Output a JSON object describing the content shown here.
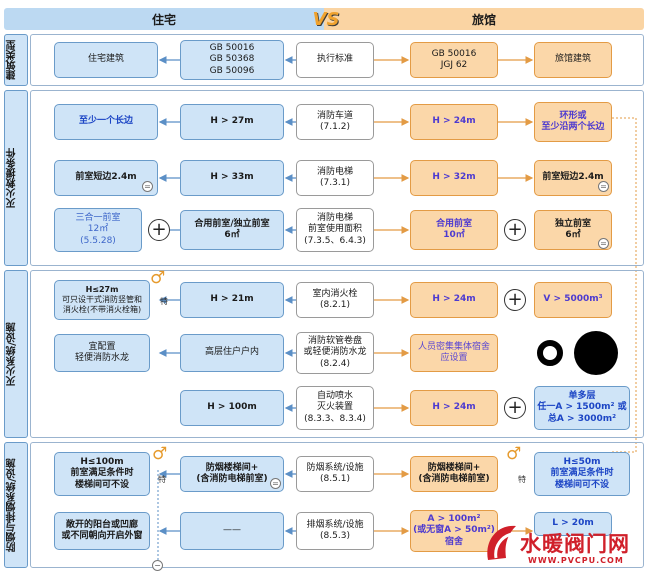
{
  "header": {
    "left_title": "住宅",
    "right_title": "旅馆",
    "vs": "VS"
  },
  "sections": {
    "building_type": "建筑类型",
    "fire_rescue": "灭火救援条件",
    "fire_protection": "灭火系统/设施",
    "smoke_control": "防烟与排烟系统/设施"
  },
  "rows": {
    "standard": {
      "left_desc": "住宅建筑",
      "left_value": [
        "GB 50016",
        "GB 50368",
        "GB 50096"
      ],
      "center": [
        "执行标准"
      ],
      "right_value": [
        "GB 50016",
        "JGJ 62"
      ],
      "right_desc": "旅馆建筑"
    },
    "fire_road": {
      "left_desc": "至少一个长边",
      "left_value": "H > 27m",
      "center": [
        "消防车道",
        "(7.1.2)"
      ],
      "right_value": "H > 24m",
      "right_desc": [
        "环形或",
        "至少沿两个长边"
      ]
    },
    "fire_elevator": {
      "left_desc": "前室短边2.4m",
      "left_value": "H > 33m",
      "center": [
        "消防电梯",
        "(7.3.1)"
      ],
      "right_value": "H > 32m",
      "right_desc": "前室短边2.4m",
      "left_equal": "=",
      "right_equal": "="
    },
    "elevator_lobby": {
      "left_desc": [
        "三合一前室",
        "12㎡",
        "(5.5.28)"
      ],
      "left_value": [
        "合用前室/独立前室",
        "6㎡"
      ],
      "center": [
        "消防电梯",
        "前室使用面积",
        "(7.3.5、6.4.3)"
      ],
      "right_value": [
        "合用前室",
        "10㎡"
      ],
      "right_desc": [
        "独立前室",
        "6㎡"
      ],
      "left_plus": "+",
      "right_plus": "+",
      "right_equal": "="
    },
    "hydrant": {
      "left_desc": [
        "H≤27m",
        "可只设干式消防竖管和",
        "消火栓(不带消火栓箱)"
      ],
      "left_value": "H > 21m",
      "center": [
        "室内消火栓",
        "(8.2.1)"
      ],
      "right_value": "H > 24m",
      "right_desc": "V > 5000m³",
      "special": "特",
      "right_plus": "+"
    },
    "hose": {
      "left_desc": [
        "宜配置",
        "轻便消防水龙"
      ],
      "left_value": "高层住户户内",
      "center": [
        "消防软管卷盘",
        "或轻便消防水龙",
        "(8.2.4)"
      ],
      "right_value": [
        "人员密集集体宿舍",
        "应设置"
      ]
    },
    "sprinkler": {
      "left_value": "H > 100m",
      "center": [
        "自动喷水",
        "灭火装置",
        "(8.3.3、8.3.4)"
      ],
      "right_value": "H > 24m",
      "right_desc": [
        "单多层",
        "任一A > 1500m² 或",
        "总A > 3000m²"
      ],
      "right_plus": "+"
    },
    "smoke_prevention": {
      "left_desc": [
        "H≤100m",
        "前室满足条件时",
        "楼梯间可不设"
      ],
      "left_value": [
        "防烟楼梯间+",
        "(含消防电梯前室)"
      ],
      "center": [
        "防烟系统/设施",
        "(8.5.1)"
      ],
      "right_value": [
        "防烟楼梯间+",
        "(含消防电梯前室)"
      ],
      "right_desc": [
        "H≤50m",
        "前室满足条件时",
        "楼梯间可不设"
      ],
      "special": "特",
      "right_special": "特",
      "left_equal": "="
    },
    "smoke_exhaust": {
      "left_desc": [
        "敞开的阳台或凹廊",
        "或不同朝向开启外窗"
      ],
      "left_value": "——",
      "center": [
        "排烟系统/设施",
        "(8.5.3)"
      ],
      "right_value": [
        "A > 100m²",
        "(或无窗A > 50m²)",
        "宿舍"
      ],
      "right_desc": "L > 20m",
      "bottom_minus": "−"
    }
  },
  "watermark": {
    "text": "水暖阀门网",
    "url": "WWW.PVCPU.COM"
  },
  "colors": {
    "blue_fill": "#cfe4f7",
    "orange_fill": "#fbd7a9",
    "accent_blue": "#1c45c5",
    "accent_orange": "#e39b45"
  }
}
